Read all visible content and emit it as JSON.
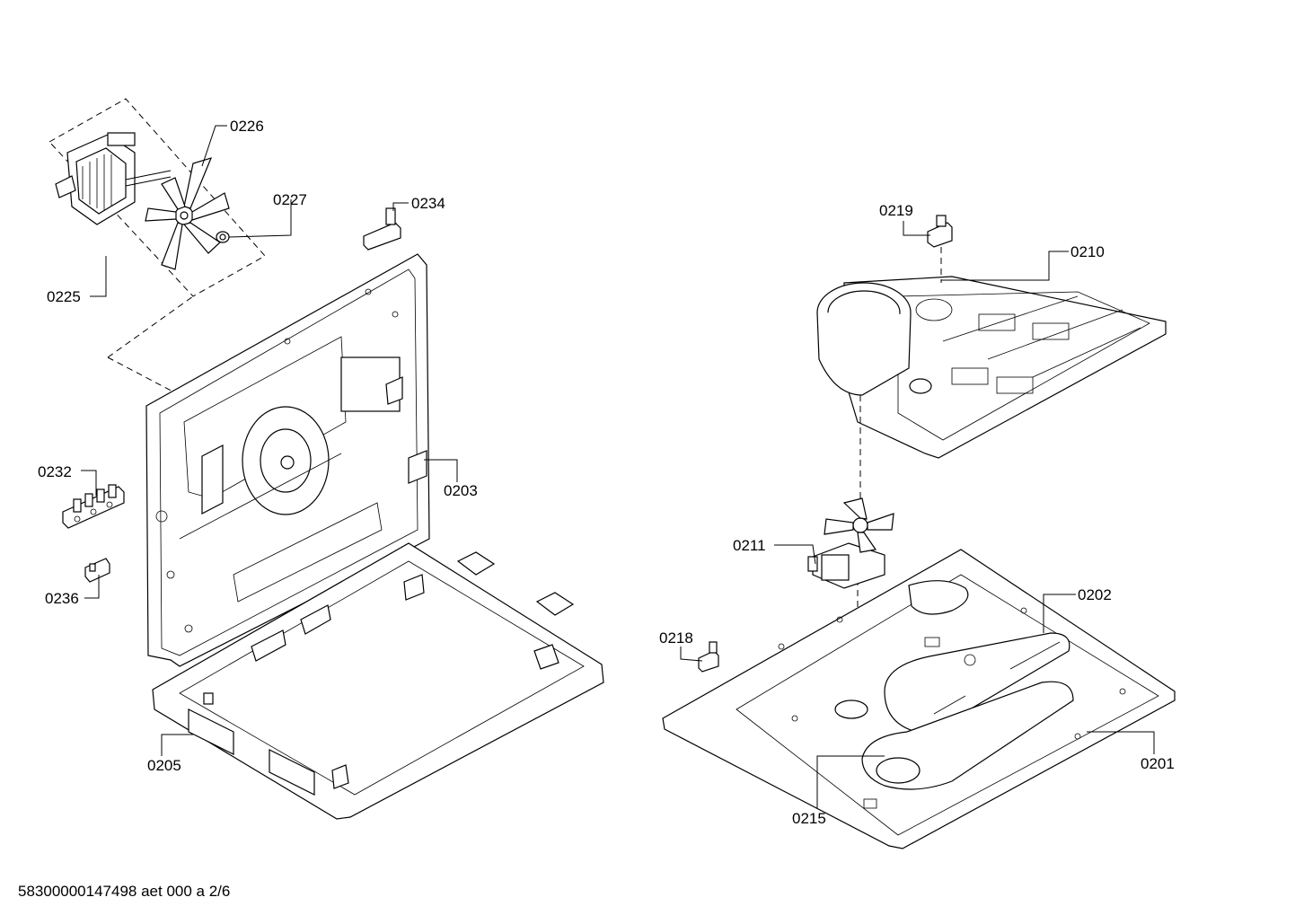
{
  "labels": {
    "p0226": "0226",
    "p0227": "0227",
    "p0234": "0234",
    "p0225": "0225",
    "p0232": "0232",
    "p0203": "0203",
    "p0236": "0236",
    "p0205": "0205",
    "p0219": "0219",
    "p0210": "0210",
    "p0211": "0211",
    "p0202": "0202",
    "p0218": "0218",
    "p0201": "0201",
    "p0215": "0215"
  },
  "footer": "58300000147498 aet 000 a 2/6"
}
